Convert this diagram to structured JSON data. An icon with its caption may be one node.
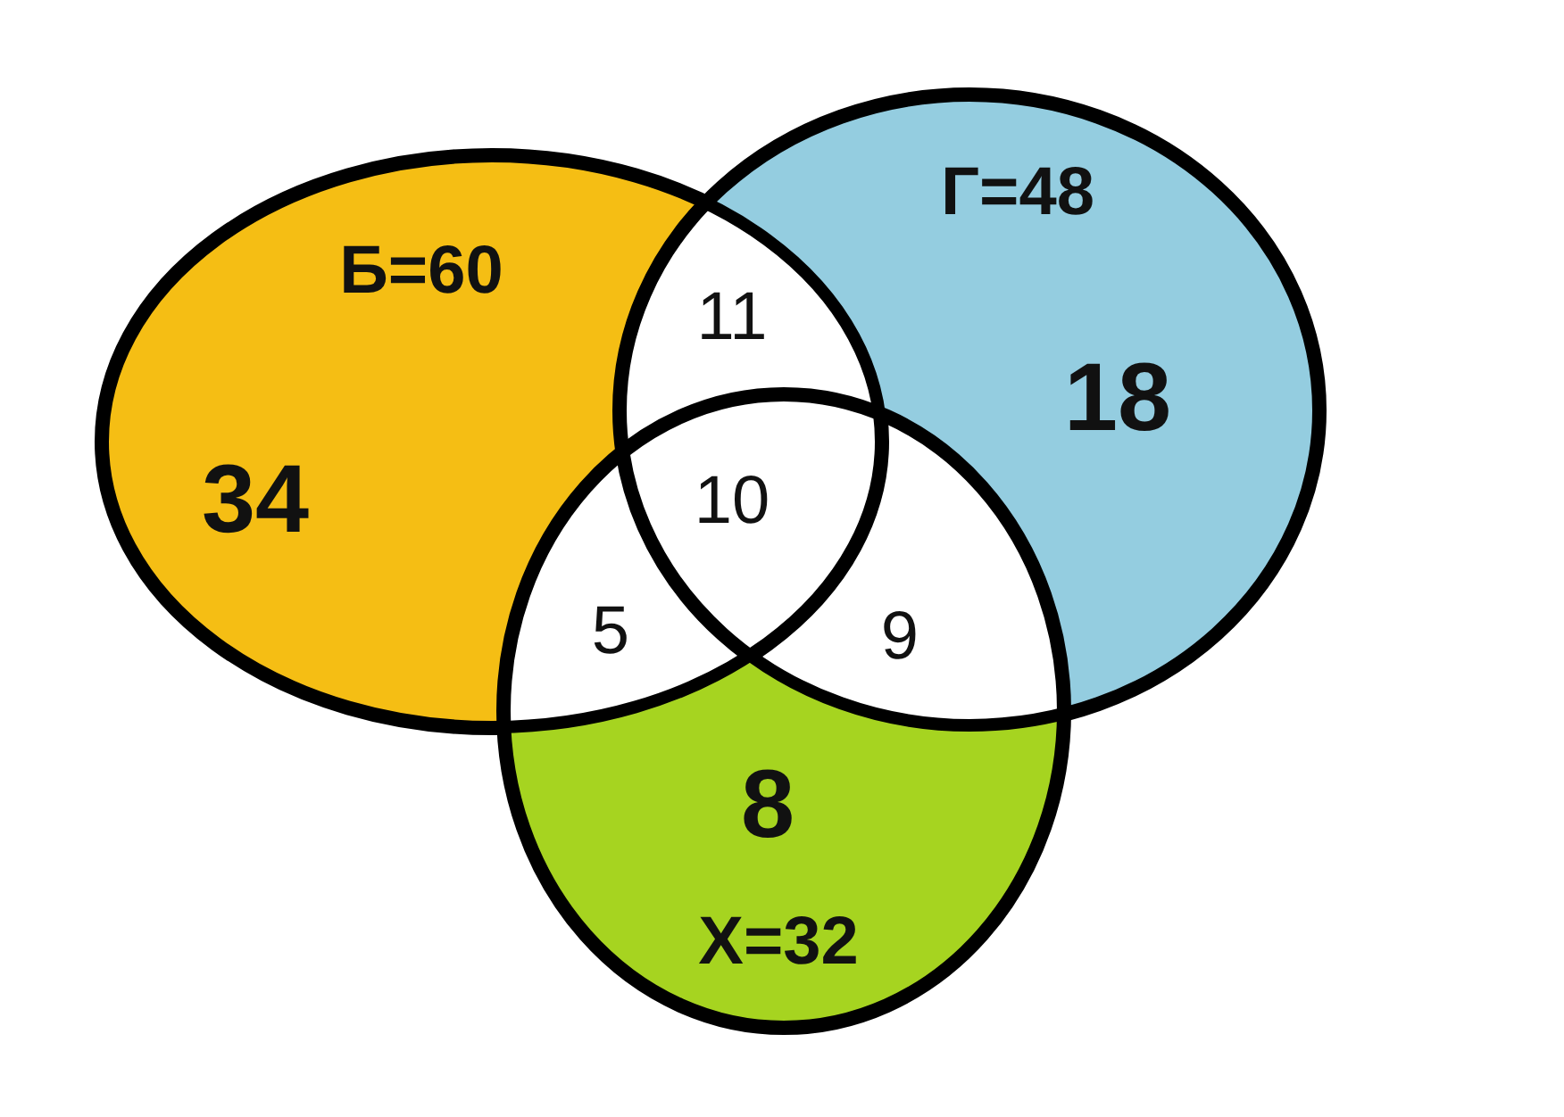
{
  "diagram": {
    "nodes": [
      {
        "text": [
          "Б=60",
          "34"
        ]
      },
      {
        "text": [
          "Г=48",
          "18"
        ]
      },
      {
        "text": [
          "8",
          "Х=32"
        ]
      }
    ],
    "labels": [
      "11",
      "10",
      "5",
      "9"
    ]
  }
}
